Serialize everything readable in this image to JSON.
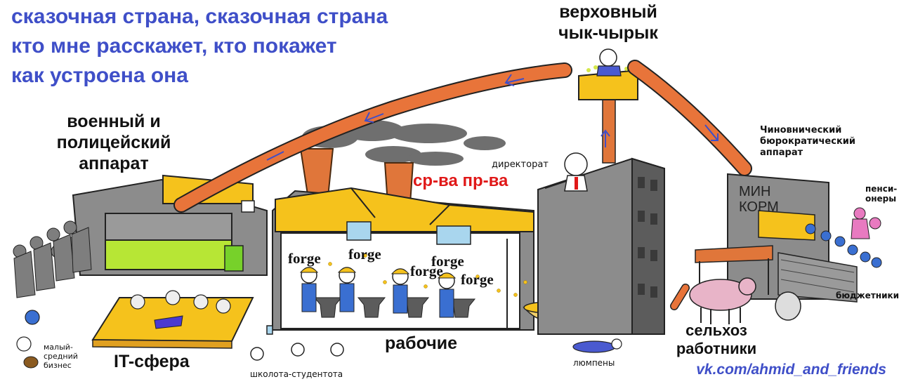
{
  "song": {
    "line1": "сказочная страна, сказочная страна",
    "line2": "кто мне расскажет, кто покажет",
    "line3": "как устроена она"
  },
  "labels": {
    "supreme_line1": "верховный",
    "supreme_line2": "чык-чырык",
    "military_line1": "военный и",
    "military_line2": "полицейский",
    "military_line3": "аппарат",
    "directorate": "директорат",
    "means": "ср-ва пр-ва",
    "bureau_line1": "Чиновнический",
    "bureau_line2": "бюрократический",
    "bureau_line3": "аппарат",
    "pensioners_line1": "пенси-",
    "pensioners_line2": "онеры",
    "budget": "бюджетники",
    "agri_line1": "сельхоз",
    "agri_line2": "работники",
    "lumpen": "люмпены",
    "workers": "рабочие",
    "it": "IT-сфера",
    "students": "школота-студентота",
    "business_line1": "малый-",
    "business_line2": "средний",
    "business_line3": "бизнес",
    "forge": "forge",
    "min_line1": "МИН",
    "min_line2": "КОРМ"
  },
  "signature": "vk.com/ahmid_and_friends",
  "colors": {
    "song_text": "#3f4fc8",
    "pipe": "#e8743a",
    "pipe_arrow": "#3f4fc8",
    "roof": "#f5c21c",
    "grass": "#b7e635",
    "building": "#8a8a8a",
    "building_dark": "#5c5c5c",
    "chimney": "#e0763a",
    "smoke": "#6f6f6f",
    "worker_overall": "#3a6fd1",
    "means_text": "#e01818"
  }
}
